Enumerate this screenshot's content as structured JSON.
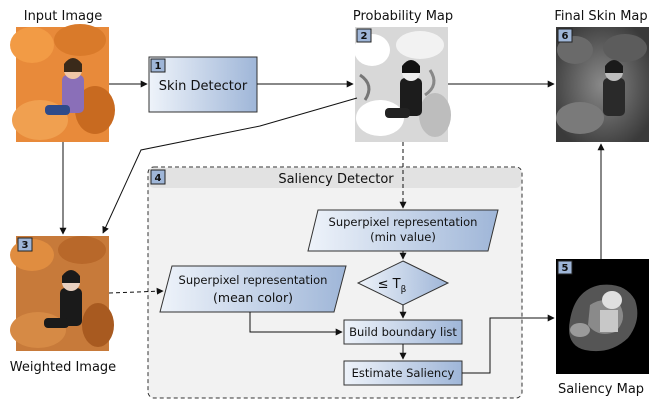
{
  "labels": {
    "input_image": "Input Image",
    "probability_map": "Probability Map",
    "final_skin_map": "Final Skin Map",
    "weighted_image": "Weighted Image",
    "saliency_map": "Saliency Map"
  },
  "skin_detector": {
    "number": "1",
    "label": "Skin Detector"
  },
  "saliency_detector": {
    "number": "4",
    "title": "Saliency Detector",
    "superpixel_min_line1": "Superpixel representation",
    "superpixel_min_line2": "(min value)",
    "threshold_prefix": "≤ T",
    "threshold_sub": "β",
    "superpixel_mean_line1": "Superpixel representation",
    "superpixel_mean_line2": "(mean color)",
    "build_boundary": "Build boundary list",
    "estimate_saliency": "Estimate Saliency"
  },
  "image_numbers": {
    "probability_map": "2",
    "weighted_image": "3",
    "saliency_map": "5",
    "final_skin_map": "6"
  },
  "colors": {
    "box_gradient_start": "#eef3fa",
    "box_gradient_end": "#9fb6d8",
    "box_border": "#333333",
    "group_fill": "#f2f2f2",
    "group_header": "#e2e2e2"
  }
}
